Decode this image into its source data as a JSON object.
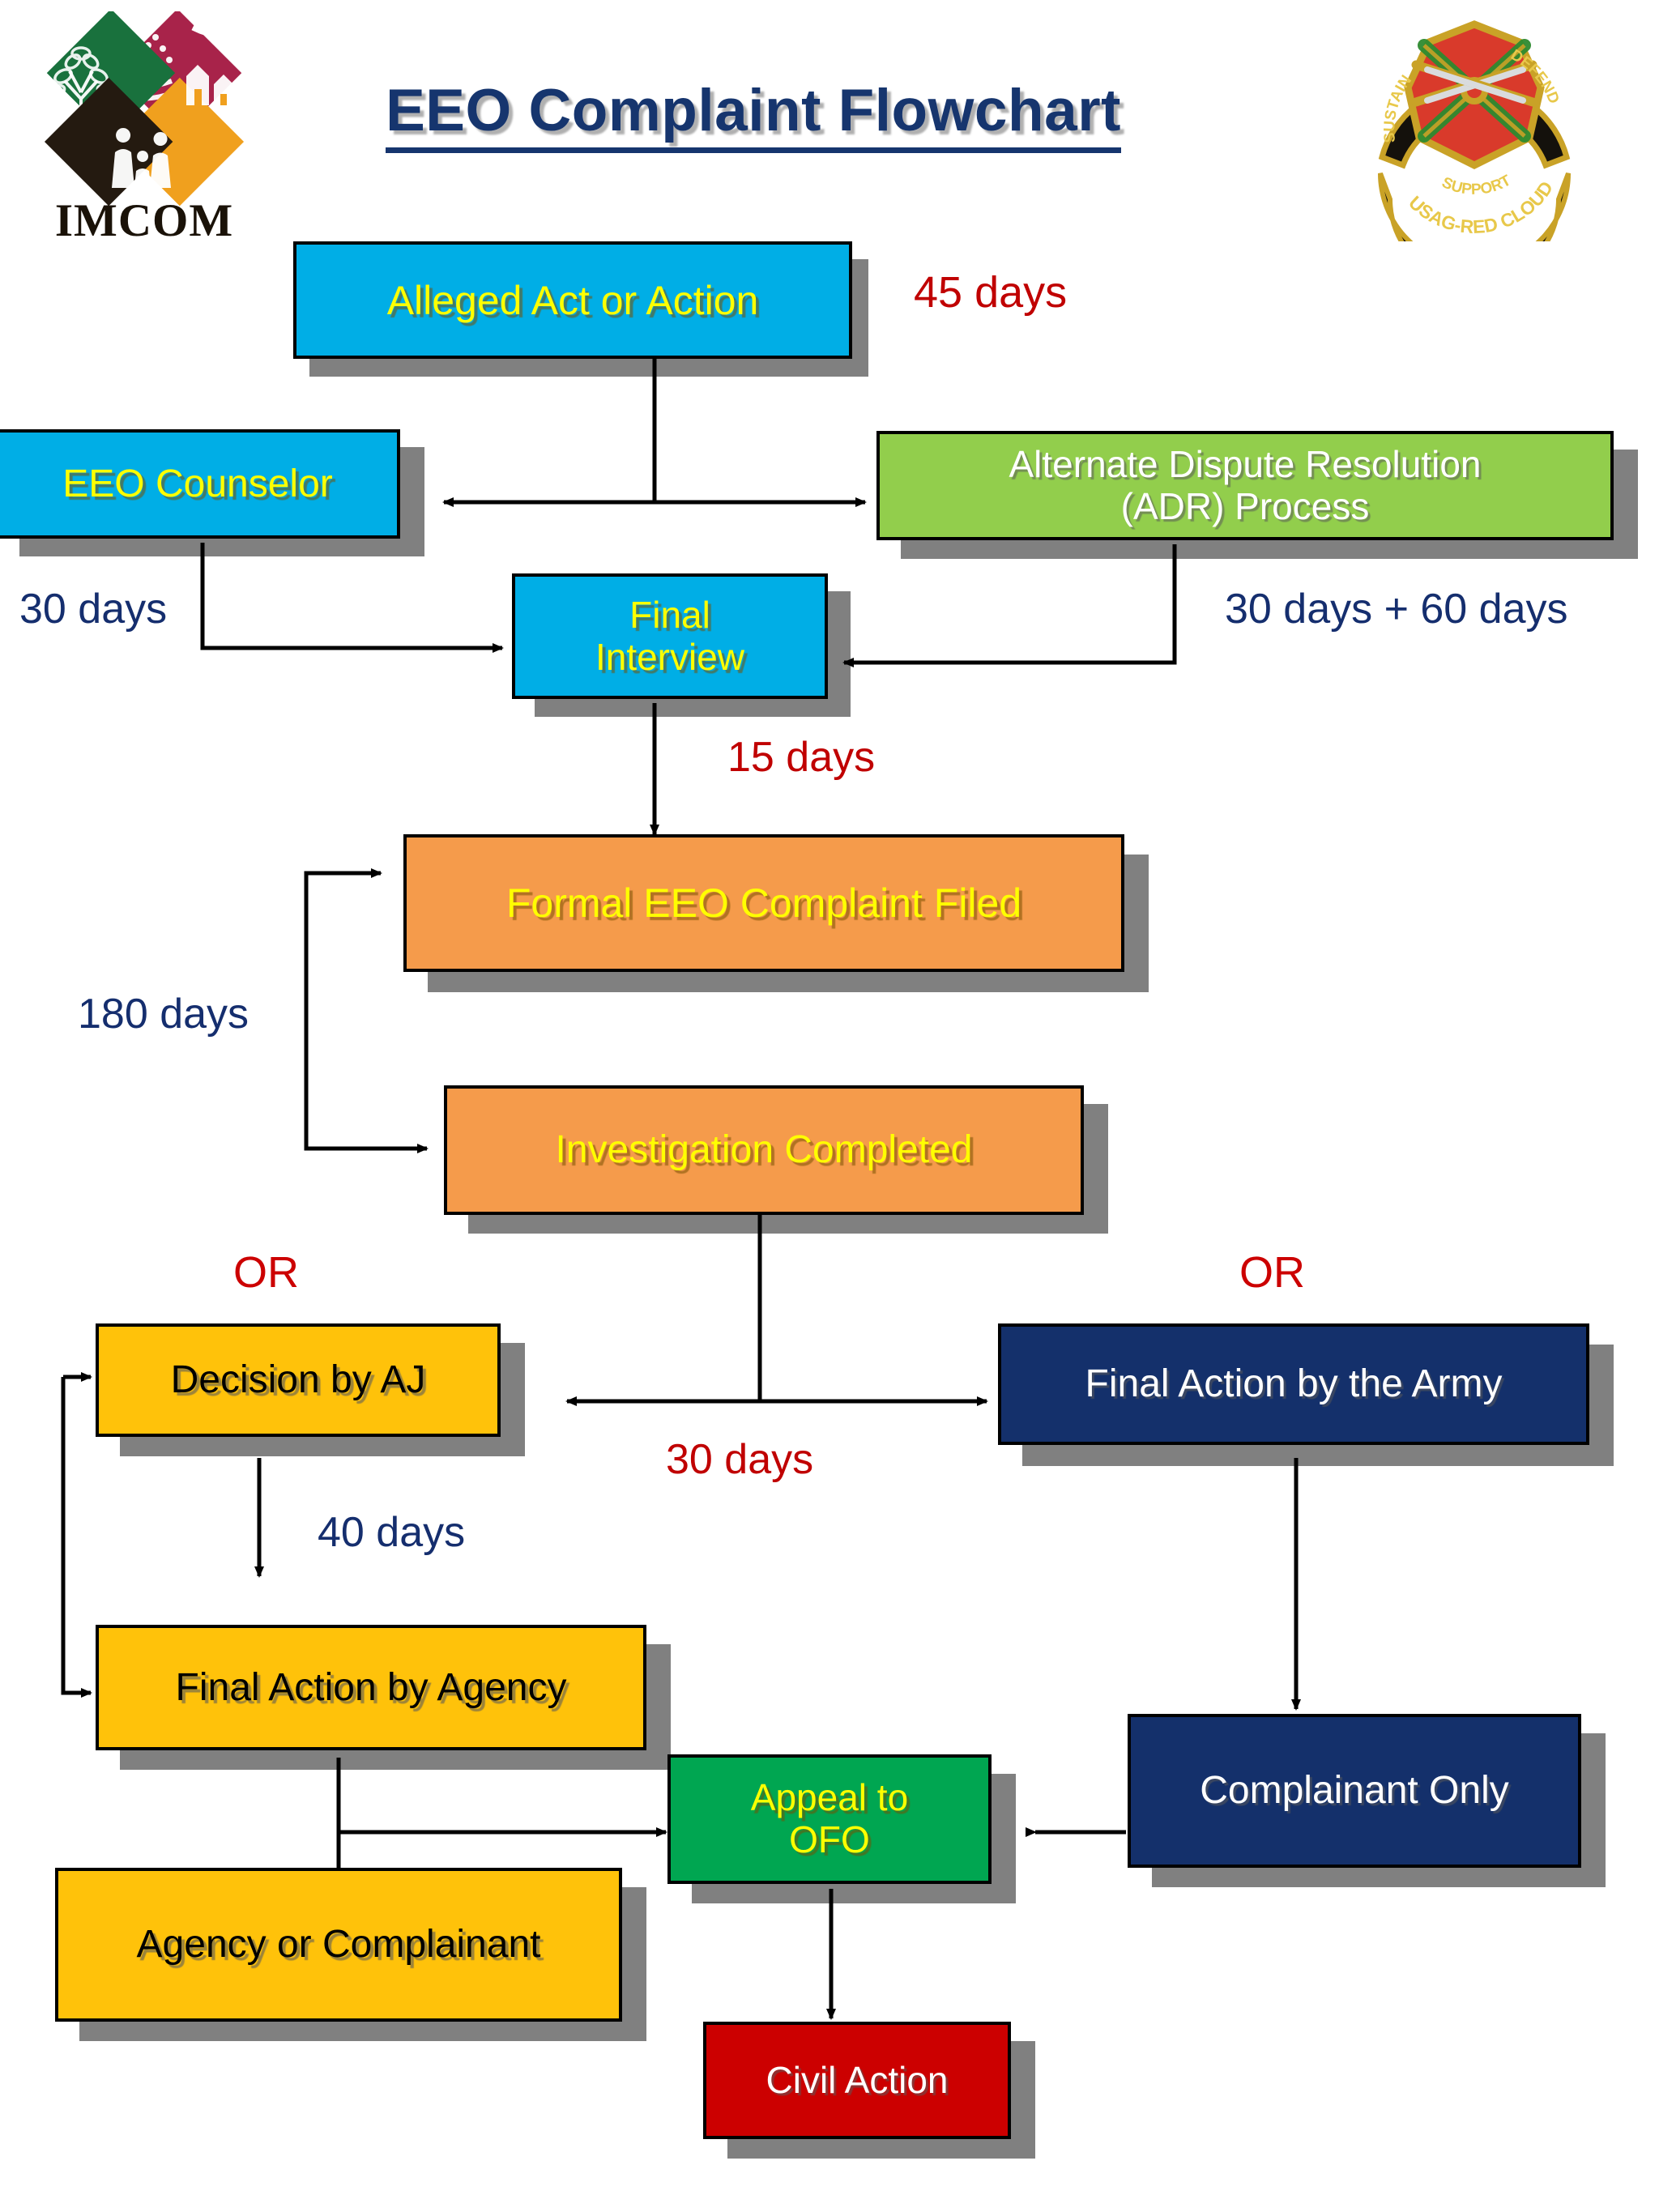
{
  "title": "EEO Complaint Flowchart",
  "logos": {
    "imcom": {
      "name": "IMCOM",
      "wordmark": "IMCOM"
    },
    "usag": {
      "top_left_motto": "SUSTAIN",
      "top_right_motto": "DEFEND",
      "bottom_motto": "SUPPORT",
      "scroll_text": "USAG-RED CLOUD"
    }
  },
  "colors": {
    "cyan": "#00AEE6",
    "green": "#92CE4C",
    "orange": "#F59B4B",
    "gold": "#FFC20A",
    "navy": "#14306B",
    "emerald": "#00A651",
    "red": "#CC0000",
    "title_navy": "#16356E",
    "label_red": "#C00000",
    "label_navy": "#152E6E",
    "shadow_gray": "#808080"
  },
  "nodes": [
    {
      "id": "alleged-act",
      "label": "Alleged Act or Action"
    },
    {
      "id": "eeo-counselor",
      "label": "EEO Counselor"
    },
    {
      "id": "adr-process",
      "label": "Alternate Dispute Resolution\n(ADR) Process",
      "line1": "Alternate Dispute Resolution",
      "line2": "(ADR) Process"
    },
    {
      "id": "final-interview",
      "label": "Final\nInterview",
      "line1": "Final",
      "line2": "Interview"
    },
    {
      "id": "formal-complaint",
      "label": "Formal EEO Complaint Filed"
    },
    {
      "id": "investigation",
      "label": "Investigation Completed"
    },
    {
      "id": "decision-aj",
      "label": "Decision by AJ"
    },
    {
      "id": "final-action-army",
      "label": "Final Action by the Army"
    },
    {
      "id": "final-action-agency",
      "label": "Final Action by Agency"
    },
    {
      "id": "agency-complainant",
      "label": "Agency or Complainant"
    },
    {
      "id": "appeal-ofo",
      "label": "Appeal to\nOFO",
      "line1": "Appeal to",
      "line2": "OFO"
    },
    {
      "id": "complainant-only",
      "label": "Complainant Only"
    },
    {
      "id": "civil-action",
      "label": "Civil Action"
    }
  ],
  "annotations": [
    {
      "id": "days-45",
      "text": "45 days"
    },
    {
      "id": "days-30",
      "text": "30 days"
    },
    {
      "id": "days-30-60",
      "text": "30 days + 60 days"
    },
    {
      "id": "days-15",
      "text": "15 days"
    },
    {
      "id": "days-180",
      "text": "180 days"
    },
    {
      "id": "or-left",
      "text": "OR"
    },
    {
      "id": "or-right",
      "text": "OR"
    },
    {
      "id": "days-30b",
      "text": "30 days"
    },
    {
      "id": "days-40",
      "text": "40 days"
    }
  ]
}
